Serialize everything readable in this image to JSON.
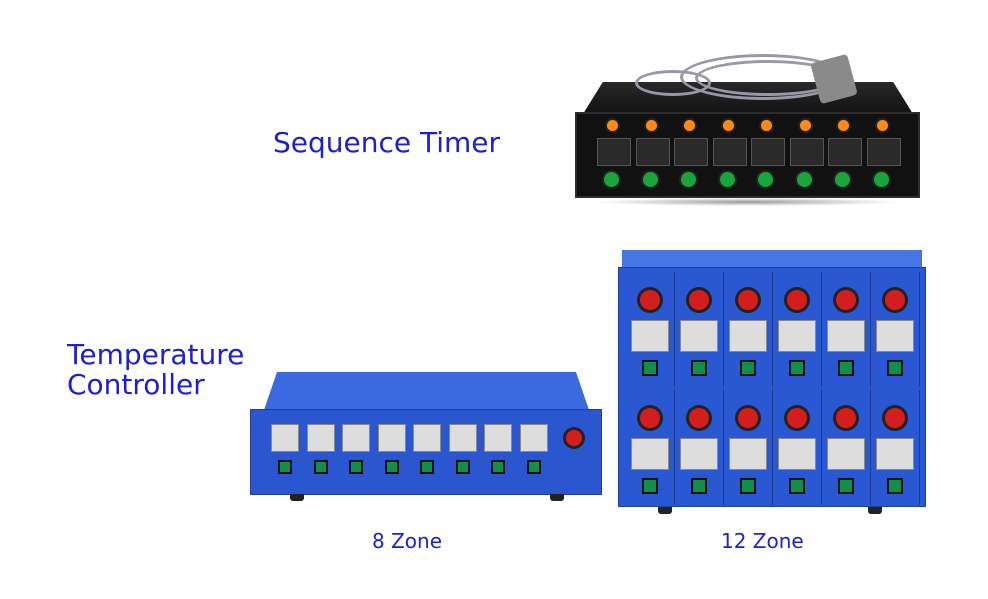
{
  "labels": {
    "sequence_timer": "Sequence Timer",
    "temperature_controller_line1": "Temperature",
    "temperature_controller_line2": "Controller",
    "zone8": "8 Zone",
    "zone12": "12 Zone"
  },
  "products": {
    "sequence_timer_channels": 8,
    "zone8_channels": 8,
    "zone12_channels": 12
  },
  "colors": {
    "label_text": "#1c1ed8",
    "panel_blue": "#2b5bd6",
    "timer_black": "#111111",
    "indicator_orange": "#ff8a1a",
    "switch_green": "#18a53b",
    "estop_red": "#d41e1e"
  }
}
